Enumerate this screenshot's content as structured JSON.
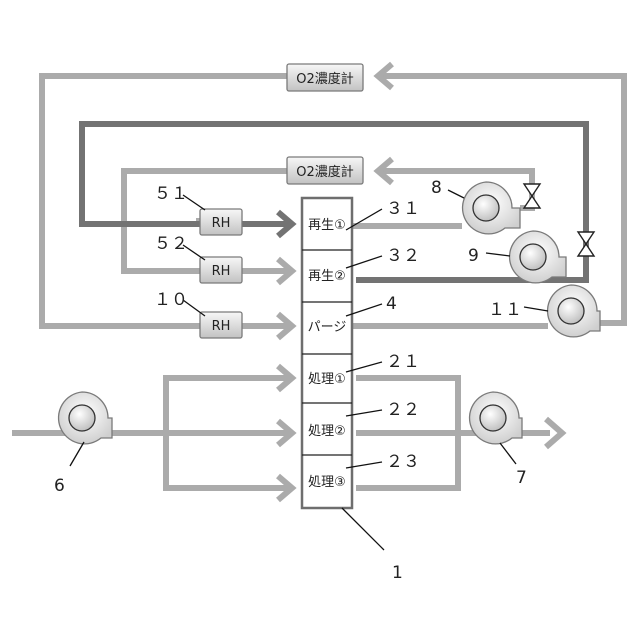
{
  "colors": {
    "light_pipe": "#ababab",
    "dark_pipe": "#737373",
    "box_fill_top": "#f6f6f6",
    "box_fill_bottom": "#c4c4c4",
    "outline": "#7a7a7a"
  },
  "o2_meter_top": "O2濃度計",
  "o2_meter_mid": "O2濃度計",
  "rh_labels": {
    "rh_51": "RH",
    "rh_52": "RH",
    "rh_10": "RH"
  },
  "rotor_sections": {
    "regen1": "再生①",
    "regen2": "再生②",
    "purge": "パージ",
    "process1": "処理①",
    "process2": "処理②",
    "process3": "処理③"
  },
  "ref_numbers": {
    "n31": "３１",
    "n32": "３２",
    "n4": "4",
    "n21": "２１",
    "n22": "２２",
    "n23": "２３",
    "n1": "1",
    "n51": "５１",
    "n52": "５２",
    "n10": "１０",
    "n8": "8",
    "n9": "9",
    "n11": "１１",
    "n6": "6",
    "n7": "7"
  },
  "icons": [
    "blower-icon",
    "valve-icon",
    "arrow-icon"
  ]
}
